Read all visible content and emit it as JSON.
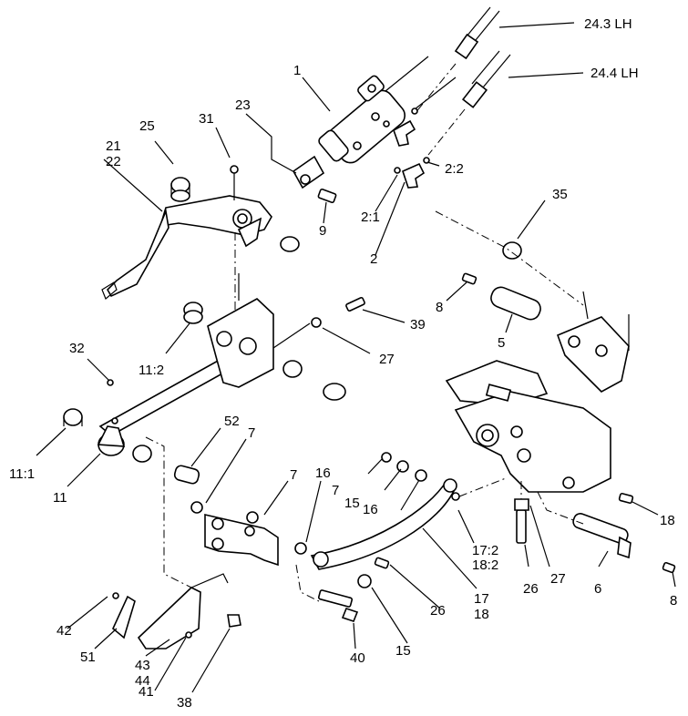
{
  "labels": {
    "l_243lh": "24.3 LH",
    "l_244lh": "24.4 LH",
    "l_1": "1",
    "l_23": "23",
    "l_31": "31",
    "l_25": "25",
    "l_21": "21",
    "l_22": "22",
    "l_9": "9",
    "l_21b": "2:1",
    "l_2": "2",
    "l_22b": "2:2",
    "l_35": "35",
    "l_8a": "8",
    "l_5": "5",
    "l_39": "39",
    "l_27a": "27",
    "l_112": "11:2",
    "l_32": "32",
    "l_111": "11:1",
    "l_11": "11",
    "l_52": "52",
    "l_7a": "7",
    "l_7b": "7",
    "l_16a": "16",
    "l_7c": "7",
    "l_15a": "15",
    "l_16b": "16",
    "l_172": "17:2",
    "l_182": "18:2",
    "l_18a": "18",
    "l_26a": "26",
    "l_27b": "27",
    "l_6": "6",
    "l_8b": "8",
    "l_17": "17",
    "l_18b": "18",
    "l_26b": "26",
    "l_15b": "15",
    "l_40": "40",
    "l_42": "42",
    "l_51": "51",
    "l_43": "43",
    "l_44": "44",
    "l_41": "41",
    "l_38": "38"
  }
}
